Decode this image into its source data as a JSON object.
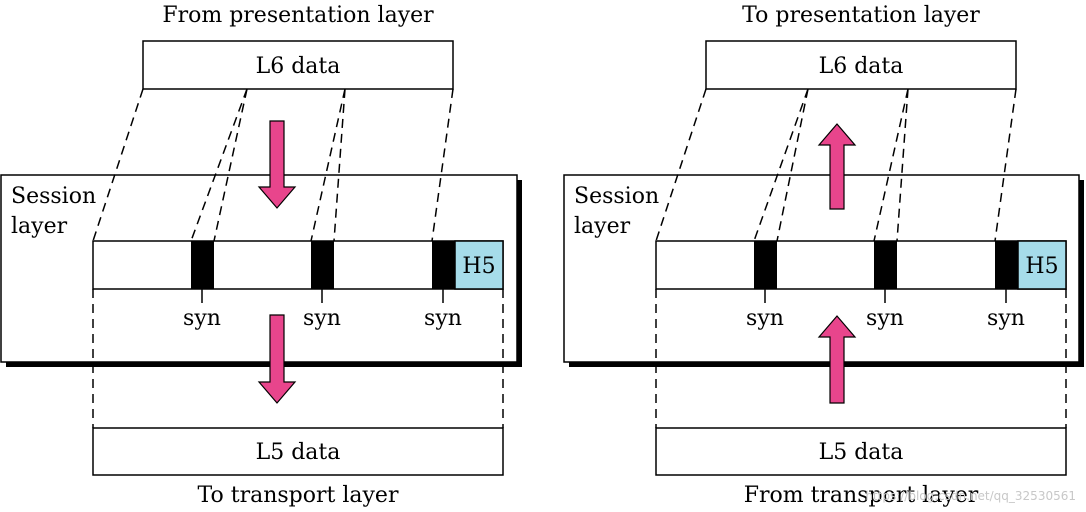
{
  "left": {
    "top_label": "From presentation layer",
    "top_box": "L6 data",
    "layer_label_1": "Session",
    "layer_label_2": "layer",
    "header": "H5",
    "syn": [
      "syn",
      "syn",
      "syn"
    ],
    "bottom_box": "L5 data",
    "bottom_label": "To transport layer",
    "direction": "down"
  },
  "right": {
    "top_label": "To presentation layer",
    "top_box": "L6 data",
    "layer_label_1": "Session",
    "layer_label_2": "layer",
    "header": "H5",
    "syn": [
      "syn",
      "syn",
      "syn"
    ],
    "bottom_box": "L5 data",
    "bottom_label": "From transport layer",
    "direction": "up"
  },
  "watermark": "https://blog.csdn.net/qq_32530561",
  "colors": {
    "arrow": "#e8458c",
    "header": "#a6dcea",
    "syn_block": "#000000"
  }
}
